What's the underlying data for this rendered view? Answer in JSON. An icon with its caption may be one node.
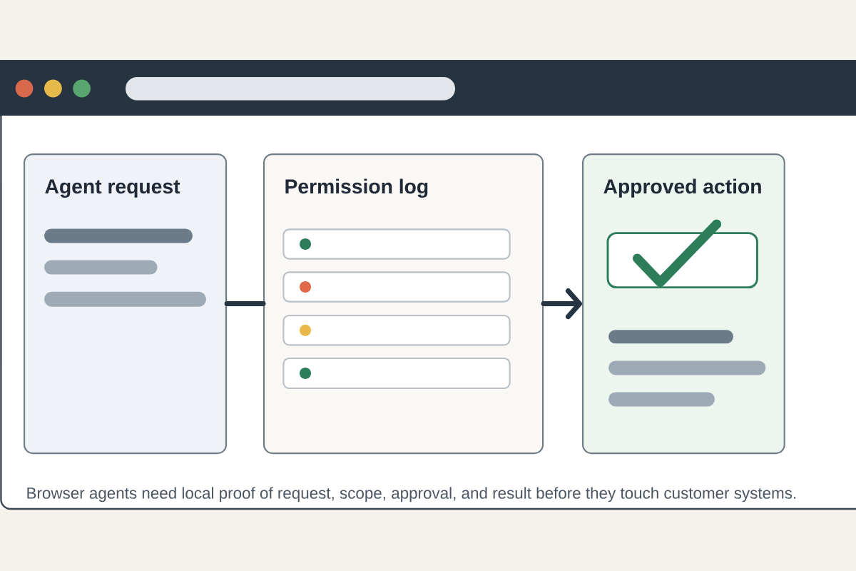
{
  "diagram": {
    "caption": "Browser agents need local proof of request, scope, approval, and result before they touch customer systems.",
    "nodes": [
      {
        "text": [
          "Agent request"
        ]
      },
      {
        "text": [
          "Permission log"
        ]
      },
      {
        "text": [
          "Approved action"
        ]
      }
    ],
    "edges": [
      {
        "from": 0,
        "to": 1,
        "arrow": "none"
      },
      {
        "from": 1,
        "to": 2,
        "arrow": "to"
      }
    ]
  }
}
